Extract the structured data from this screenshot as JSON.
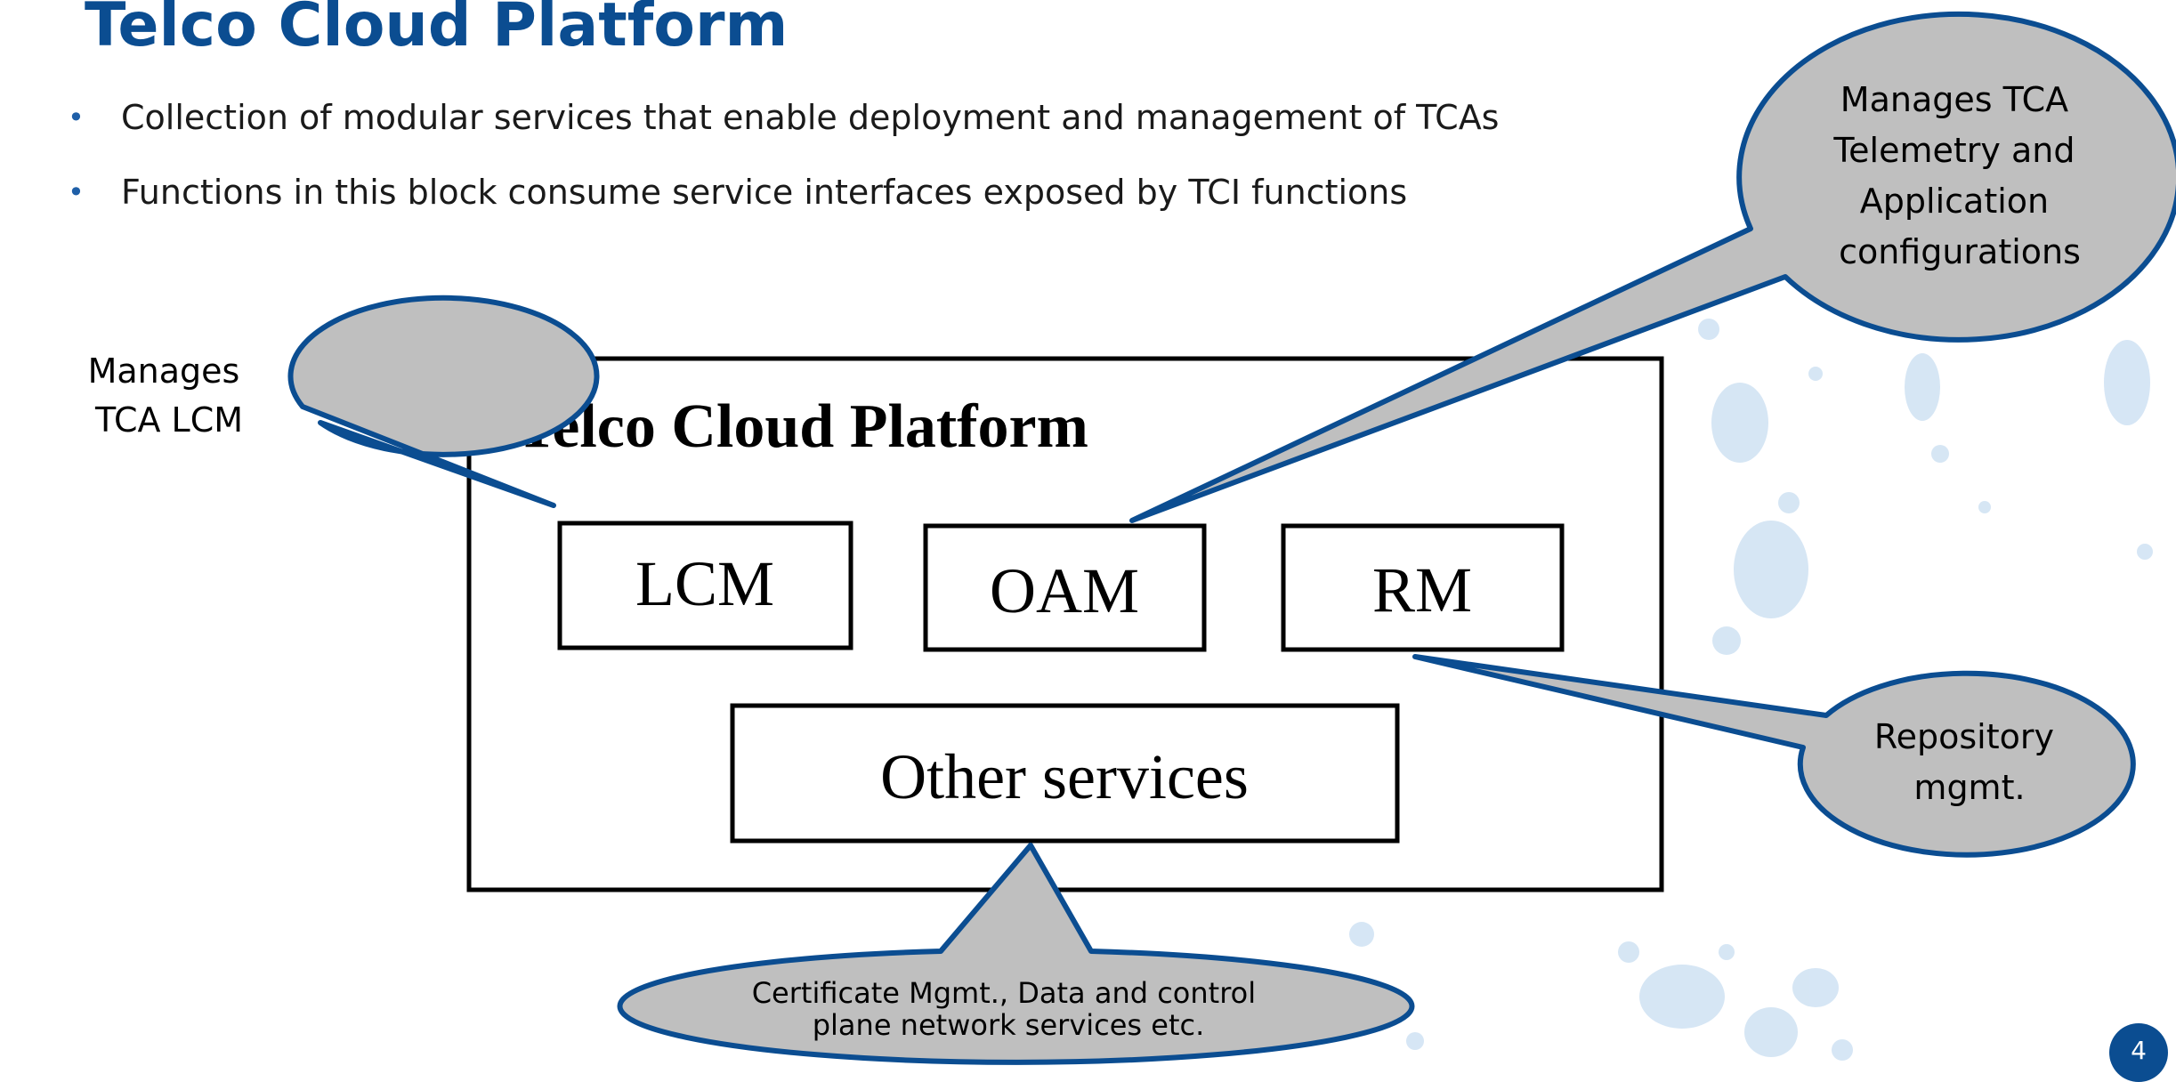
{
  "slide": {
    "title": "Telco Cloud Platform",
    "bullets": [
      "Collection of modular services that enable deployment and management of TCAs",
      "Functions in this block consume service interfaces exposed by TCI functions"
    ],
    "page_number": "4"
  },
  "diagram": {
    "platform_title": "Telco Cloud Platform",
    "boxes": {
      "lcm": "LCM",
      "oam": "OAM",
      "rm": "RM",
      "other": "Other services"
    },
    "callouts": {
      "lcm": [
        "Manages",
        "TCA LCM"
      ],
      "oam": [
        "Manages TCA",
        "Telemetry and",
        "Application",
        "configurations"
      ],
      "rm": [
        "Repository",
        "mgmt."
      ],
      "other": [
        "Certificate Mgmt., Data and control",
        "plane network services etc."
      ]
    }
  },
  "colors": {
    "title_blue": "#0b4d91",
    "callout_fill": "#bfbfbf",
    "callout_stroke": "#0b4d91",
    "decor_blue": "#cfe2f3"
  }
}
